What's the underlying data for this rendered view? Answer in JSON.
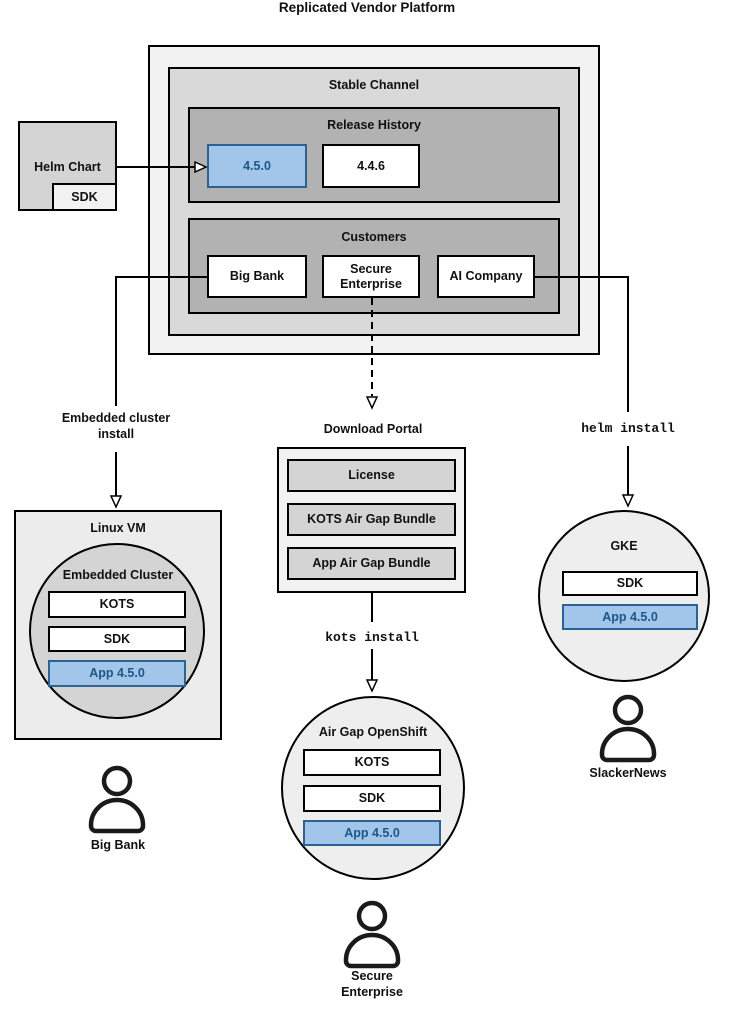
{
  "diagram_title": "Replicated Vendor Platform",
  "platform": {
    "channel_label": "Stable Channel",
    "release_history": {
      "label": "Release History",
      "releases": [
        "4.5.0",
        "4.4.6"
      ]
    },
    "customers": {
      "label": "Customers",
      "items": [
        "Big Bank",
        "Secure\nEnterprise",
        "AI Company"
      ]
    }
  },
  "helm_chart": {
    "label": "Helm Chart",
    "sdk": "SDK"
  },
  "connectors": {
    "embedded_install": "Embedded cluster\ninstall",
    "kots_install": "kots install",
    "helm_install": "helm install"
  },
  "download_portal": {
    "title": "Download Portal",
    "items": [
      "License",
      "KOTS Air Gap Bundle",
      "App Air Gap Bundle"
    ]
  },
  "linux_vm": {
    "title": "Linux VM",
    "cluster_title": "Embedded Cluster",
    "components": [
      "KOTS",
      "SDK"
    ],
    "app": "App 4.5.0",
    "user": "Big Bank"
  },
  "openshift": {
    "title": "Air Gap OpenShift",
    "components": [
      "KOTS",
      "SDK"
    ],
    "app": "App 4.5.0",
    "user": "Secure\nEnterprise"
  },
  "gke": {
    "title": "GKE",
    "components": [
      "SDK"
    ],
    "app": "App 4.5.0",
    "user": "SlackerNews"
  },
  "colors": {
    "highlight_fill": "#a2c6e9",
    "highlight_border": "#2d6293",
    "highlight_text": "#1d5689"
  }
}
